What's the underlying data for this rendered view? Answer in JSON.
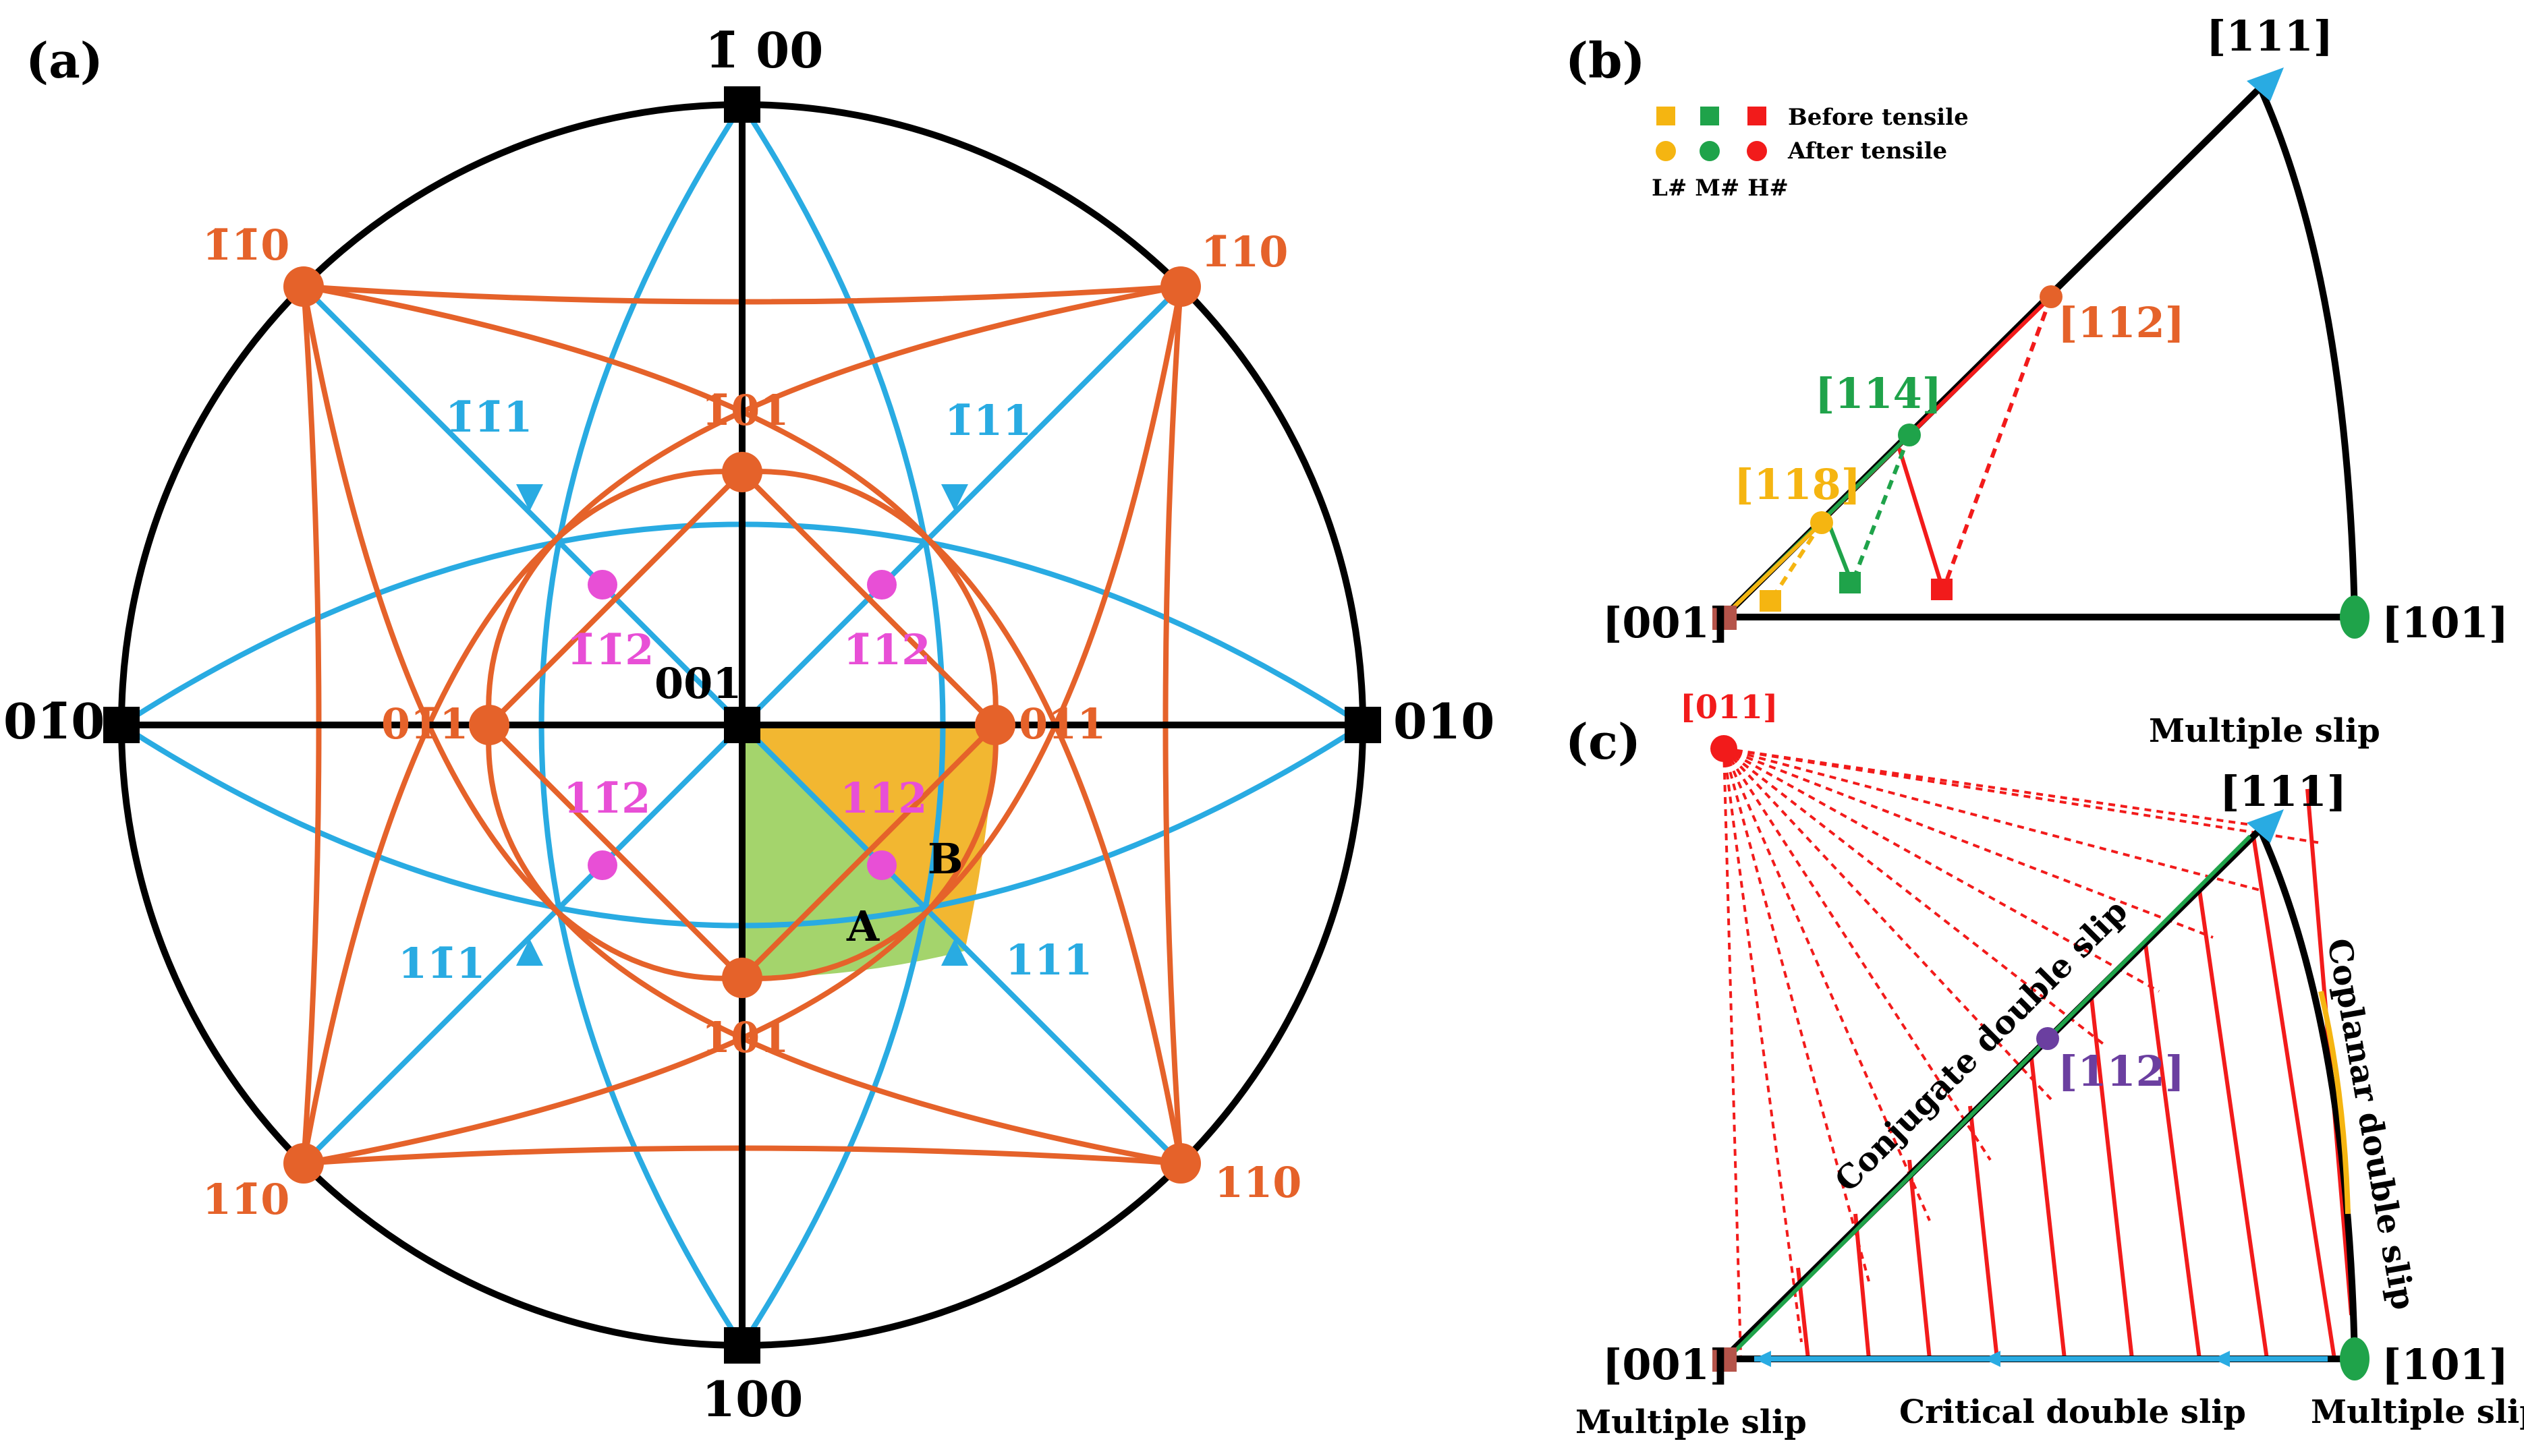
{
  "colors": {
    "black": "#000000",
    "orange": "#E5622A",
    "blue": "#29ABE2",
    "magenta": "#E84FD6",
    "yellow": "#F5B511",
    "green": "#1FA34A",
    "red": "#F21B1B",
    "purple": "#6B3FA0",
    "brown": "#B5544A",
    "regionA": "#A4D46C",
    "regionB": "#F2B731"
  },
  "panels": {
    "a": {
      "label": "(a)",
      "poles_100": [
        {
          "id": "p100_top",
          "label": "1̄ 00"
        },
        {
          "id": "p100_bottom",
          "label": "100"
        },
        {
          "id": "p010_left",
          "label": "01̄0"
        },
        {
          "id": "p010_right",
          "label": "010"
        }
      ],
      "center_label": "001",
      "poles_110": [
        "1̄1̄0",
        "1̄10",
        "11̄0",
        "110"
      ],
      "poles_101": [
        "1̄01",
        "01̄1",
        "011",
        "101"
      ],
      "poles_111": [
        "1̄1̄1",
        "1̄11",
        "11̄1",
        "111"
      ],
      "poles_112": [
        "1̄1̄2",
        "1̄12",
        "11̄2",
        "112"
      ],
      "region_a": "A",
      "region_b": "B"
    },
    "b": {
      "label": "(b)",
      "corners": {
        "c001": "[001]",
        "c101": "[101]",
        "c111": "[111]"
      },
      "legend": {
        "before": "Before tensile",
        "after": "After tensile",
        "groups": "L#  M#  H#"
      },
      "markers": {
        "m118": "[118]",
        "m114": "[114]",
        "m112": "[112]"
      }
    },
    "c": {
      "label": "(c)",
      "corners": {
        "c001": "[001]",
        "c101": "[101]",
        "c111": "[111]"
      },
      "pole011": "[011]",
      "pole112": "[112]",
      "texts": {
        "multiple_top": "Multiple slip",
        "multiple_left": "Multiple slip",
        "multiple_right": "Multiple slip",
        "critical": "Critical double slip",
        "conjugate": "Conjugate double slip",
        "coplanar": "Coplanar double slip"
      }
    }
  }
}
